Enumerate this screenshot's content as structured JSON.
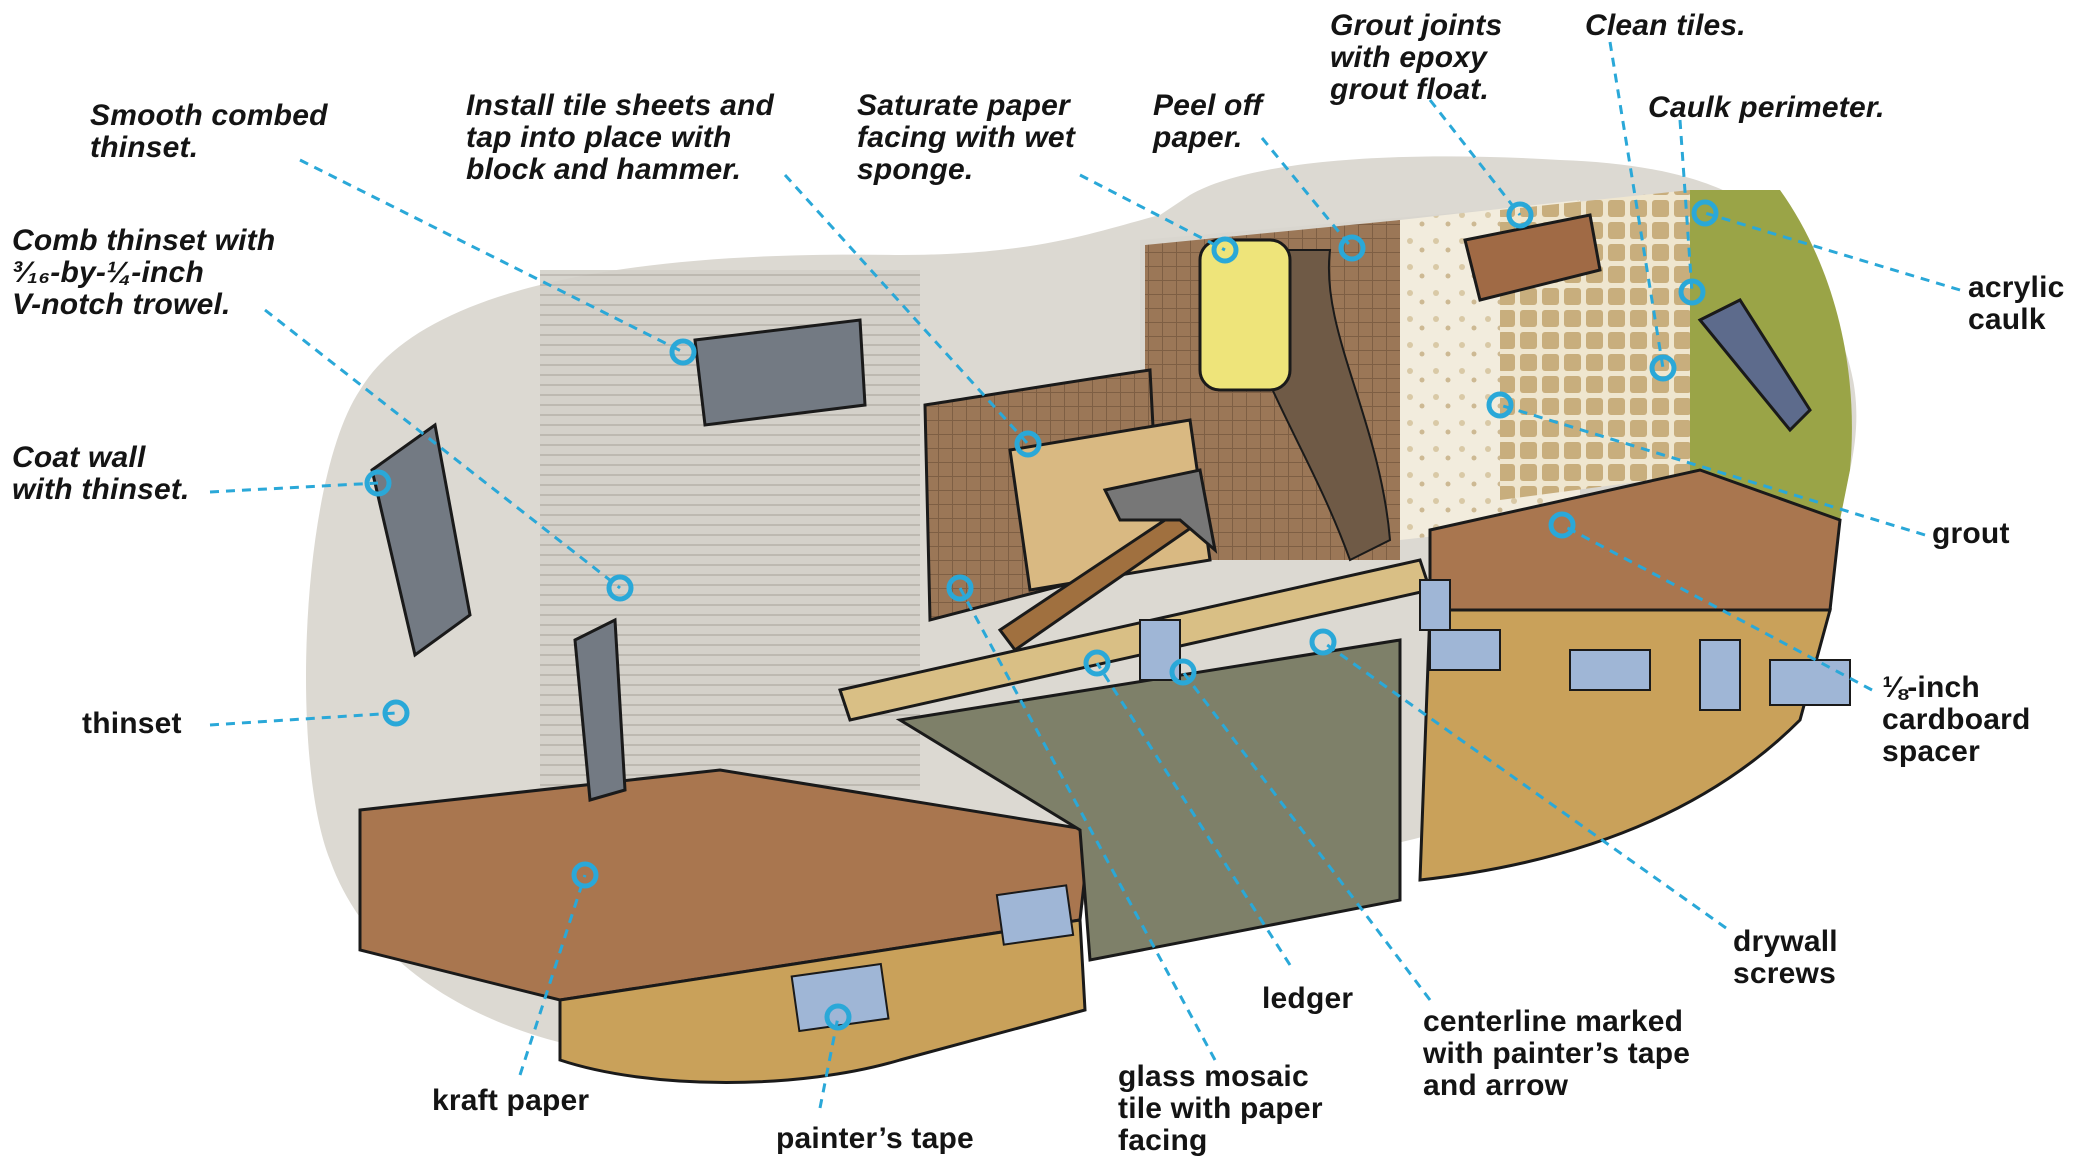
{
  "steps": [
    {
      "id": "smooth-combed-thinset",
      "text": "Smooth combed\nthinset."
    },
    {
      "id": "install-tile-sheets",
      "text": "Install tile sheets and\ntap into place with\nblock and hammer."
    },
    {
      "id": "saturate-paper",
      "text": "Saturate paper\nfacing with wet\nsponge."
    },
    {
      "id": "peel-off-paper",
      "text": "Peel off\npaper."
    },
    {
      "id": "grout-joints",
      "text": "Grout joints\nwith epoxy\ngrout float."
    },
    {
      "id": "clean-tiles",
      "text": "Clean tiles."
    },
    {
      "id": "caulk-perimeter",
      "text": "Caulk perimeter."
    },
    {
      "id": "comb-thinset",
      "text": "Comb thinset with\n³⁄₁₆-by-¼-inch\nV-notch trowel."
    },
    {
      "id": "coat-wall",
      "text": "Coat wall\nwith thinset."
    }
  ],
  "parts": [
    {
      "id": "acrylic-caulk",
      "text": "acrylic\ncaulk"
    },
    {
      "id": "grout",
      "text": "grout"
    },
    {
      "id": "cardboard-spacer",
      "text": "⅛-inch\ncardboard\nspacer"
    },
    {
      "id": "thinset",
      "text": "thinset"
    },
    {
      "id": "drywall-screws",
      "text": "drywall\nscrews"
    },
    {
      "id": "ledger",
      "text": "ledger"
    },
    {
      "id": "centerline",
      "text": "centerline marked\nwith painter’s tape\nand arrow"
    },
    {
      "id": "glass-mosaic",
      "text": "glass mosaic\ntile with paper\nfacing"
    },
    {
      "id": "kraft-paper",
      "text": "kraft paper"
    },
    {
      "id": "painters-tape",
      "text": "painter’s tape"
    }
  ],
  "colors": {
    "leader": "#2aa8d8",
    "wall": "#dedcd6",
    "counter": "#a9764f",
    "cabinet": "#c9a15a",
    "cavity": "#7e8069",
    "mosaic": "#9c7b5a",
    "grout_tile": "#c9b58c",
    "sidewall": "#9aa447",
    "outline": "#1a1a1a"
  }
}
